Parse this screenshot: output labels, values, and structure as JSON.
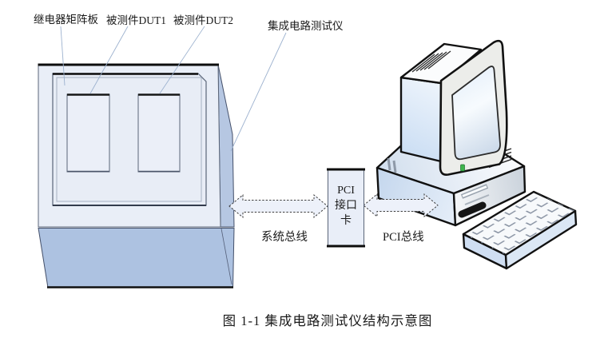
{
  "figure": {
    "caption": "图 1-1 集成电路测试仪结构示意图"
  },
  "labels": {
    "relay_matrix_board": "继电器矩阵板",
    "dut1": "被测件DUT1",
    "dut2": "被测件DUT2",
    "tester": "集成电路测试仪",
    "system_bus": "系统总线",
    "pci_bus": "PCI总线"
  },
  "pci_card": {
    "lines": [
      "PCI",
      "接口",
      "卡"
    ]
  },
  "colors": {
    "chassis_panel": "#e9eef7",
    "chassis_side": "#b6c7e2",
    "chassis_base": "#adc2e1",
    "inner_panel": "#e8edf6",
    "dut_socket": "#ebeff8",
    "arrow_fill": "#edf1fa",
    "pci_card_fill": "#e9eef8",
    "led_green": "#3db54c",
    "leader_line": "#9db2cf"
  }
}
